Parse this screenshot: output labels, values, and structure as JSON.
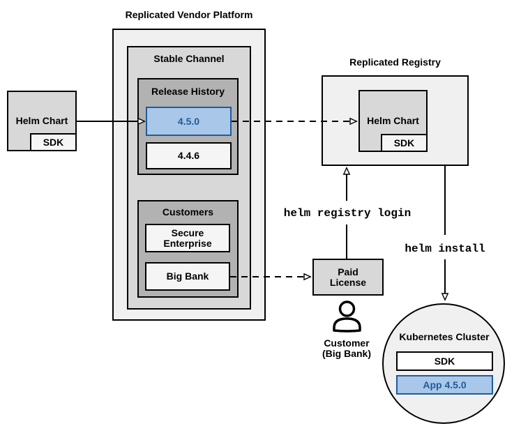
{
  "colors": {
    "container_fill": "#f0f0f0",
    "mid_gray_fill": "#d8d8d8",
    "dark_gray_fill": "#b2b2b2",
    "light_box_fill": "#f5f5f5",
    "highlight_fill": "#a9c7e9",
    "highlight_border": "#1f5c99",
    "line_color": "#000000"
  },
  "source_helm_chart": {
    "label": "Helm Chart",
    "sdk_label": "SDK"
  },
  "vendor_platform": {
    "title": "Replicated Vendor Platform",
    "stable_channel": {
      "label": "Stable Channel",
      "release_history": {
        "label": "Release History",
        "current_version": "4.5.0",
        "previous_version": "4.4.6"
      },
      "customers": {
        "label": "Customers",
        "customer_1": "Secure Enterprise",
        "customer_2": "Big Bank"
      }
    }
  },
  "registry": {
    "title": "Replicated Registry",
    "helm_chart_label": "Helm Chart",
    "sdk_label": "SDK"
  },
  "paid_license": {
    "label": "Paid License"
  },
  "customer": {
    "label": "Customer",
    "sublabel": "(Big Bank)"
  },
  "commands": {
    "registry_login": "helm registry login",
    "install": "helm install"
  },
  "kubernetes": {
    "title": "Kubernetes Cluster",
    "sdk_label": "SDK",
    "app_label": "App 4.5.0"
  }
}
